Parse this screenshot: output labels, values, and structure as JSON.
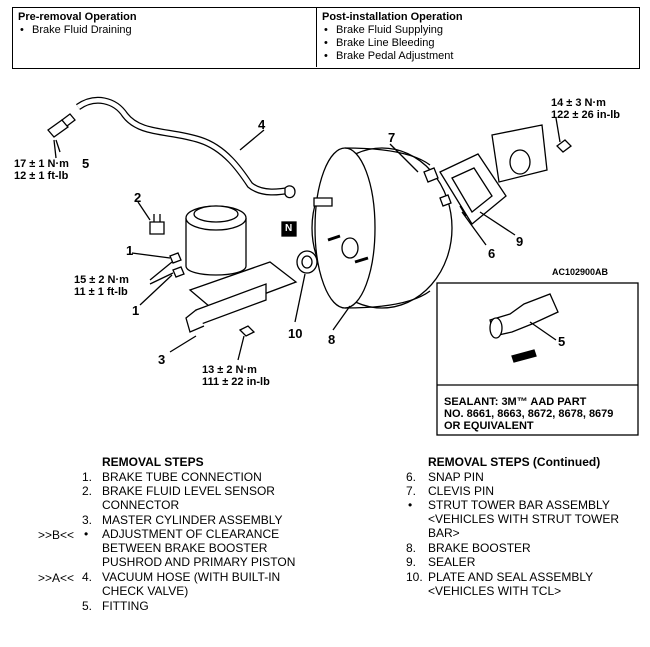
{
  "header": {
    "pre_title": "Pre-removal Operation",
    "pre_items": [
      "Brake Fluid Draining"
    ],
    "post_title": "Post-installation Operation",
    "post_items": [
      "Brake Fluid Supplying",
      "Brake Line Bleeding",
      "Brake Pedal Adjustment"
    ]
  },
  "diagram": {
    "torque_top_left": [
      "17 ± 1 N·m",
      "12 ± 1 ft-lb"
    ],
    "torque_top_right": [
      "14 ± 3 N·m",
      "122 ± 26 in-lb"
    ],
    "torque_mid_left": [
      "15 ± 2 N·m",
      "11 ± 1 ft-lb"
    ],
    "torque_bottom": [
      "13 ± 2 N·m",
      "111 ± 22 in-lb"
    ],
    "code": "AC102900AB",
    "n_mark": "N",
    "numbers": [
      "1",
      "1",
      "2",
      "3",
      "4",
      "5",
      "5",
      "6",
      "7",
      "8",
      "9",
      "10"
    ],
    "sealant_text": [
      "SEALANT: 3M™ AAD PART",
      "NO. 8661, 8663, 8672, 8678, 8679",
      "OR EQUIVALENT"
    ]
  },
  "removal": {
    "title": "REMOVAL STEPS",
    "steps": [
      {
        "mark": "",
        "n": "1.",
        "lines": [
          "BRAKE TUBE CONNECTION"
        ]
      },
      {
        "mark": "",
        "n": "2.",
        "lines": [
          "BRAKE FLUID LEVEL SENSOR",
          "CONNECTOR"
        ]
      },
      {
        "mark": "",
        "n": "3.",
        "lines": [
          "MASTER CYLINDER ASSEMBLY"
        ]
      },
      {
        "mark": ">>B<<",
        "n": "•",
        "lines": [
          "ADJUSTMENT OF CLEARANCE",
          "BETWEEN BRAKE BOOSTER",
          "PUSHROD AND PRIMARY PISTON"
        ]
      },
      {
        "mark": ">>A<<",
        "n": "4.",
        "lines": [
          "VACUUM HOSE (WITH BUILT-IN",
          "CHECK VALVE)"
        ]
      },
      {
        "mark": "",
        "n": "5.",
        "lines": [
          "FITTING"
        ]
      }
    ]
  },
  "removal_cont": {
    "title": "REMOVAL STEPS (Continued)",
    "steps": [
      {
        "n": "6.",
        "lines": [
          "SNAP PIN"
        ]
      },
      {
        "n": "7.",
        "lines": [
          "CLEVIS PIN"
        ]
      },
      {
        "n": "•",
        "lines": [
          "STRUT TOWER BAR ASSEMBLY",
          "<VEHICLES WITH STRUT TOWER",
          "BAR>"
        ]
      },
      {
        "n": "8.",
        "lines": [
          "BRAKE BOOSTER"
        ]
      },
      {
        "n": "9.",
        "lines": [
          "SEALER"
        ]
      },
      {
        "n": "10.",
        "lines": [
          "PLATE AND SEAL ASSEMBLY",
          "<VEHICLES WITH TCL>"
        ]
      }
    ]
  }
}
